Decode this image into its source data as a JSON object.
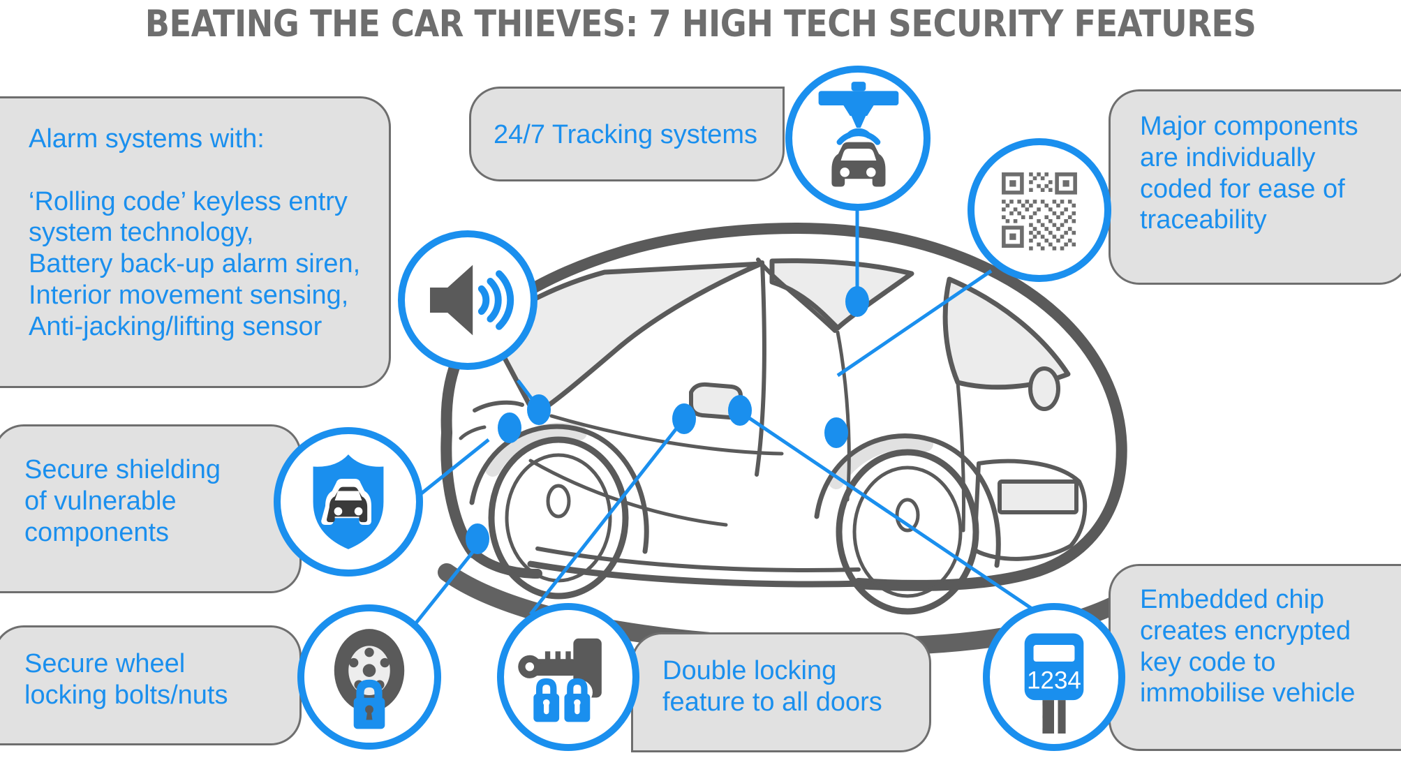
{
  "title": "BEATING THE CAR THIEVES: 7 HIGH TECH SECURITY FEATURES",
  "colors": {
    "accent_blue": "#1a8fee",
    "panel_fill": "#e1e1e1",
    "panel_border": "#6e6e6e",
    "icon_gray": "#5a5a5a",
    "car_outline": "#5a5a5a",
    "glass_fill": "#ececec",
    "background": "#ffffff"
  },
  "features": [
    {
      "id": "alarm-systems",
      "panel_text": "Alarm systems with:\n\n‘Rolling code’ keyless entry\nsystem technology,\nBattery back-up alarm siren,\nInterior movement sensing,\nAnti-jacking/lifting sensor",
      "icon": "speaker-sound-waves-icon"
    },
    {
      "id": "tracking-systems",
      "panel_text": "24/7 Tracking systems",
      "icon": "satellite-tracking-car-icon"
    },
    {
      "id": "component-coding",
      "panel_text": "Major components\nare individually\ncoded for ease of\ntraceability",
      "icon": "qr-code-icon"
    },
    {
      "id": "secure-shielding",
      "panel_text": "Secure shielding\nof vulnerable\ncomponents",
      "icon": "shield-car-icon"
    },
    {
      "id": "wheel-locking",
      "panel_text": "Secure wheel\nlocking bolts/nuts",
      "icon": "wheel-padlock-icon"
    },
    {
      "id": "double-locking",
      "panel_text": "Double locking\nfeature to all doors",
      "icon": "key-two-padlocks-icon"
    },
    {
      "id": "immobiliser-chip",
      "panel_text": "Embedded chip\ncreates encrypted\nkey code to\nimmobilise vehicle",
      "icon": "key-fob-code-icon",
      "key_fob_code": "1234"
    }
  ]
}
